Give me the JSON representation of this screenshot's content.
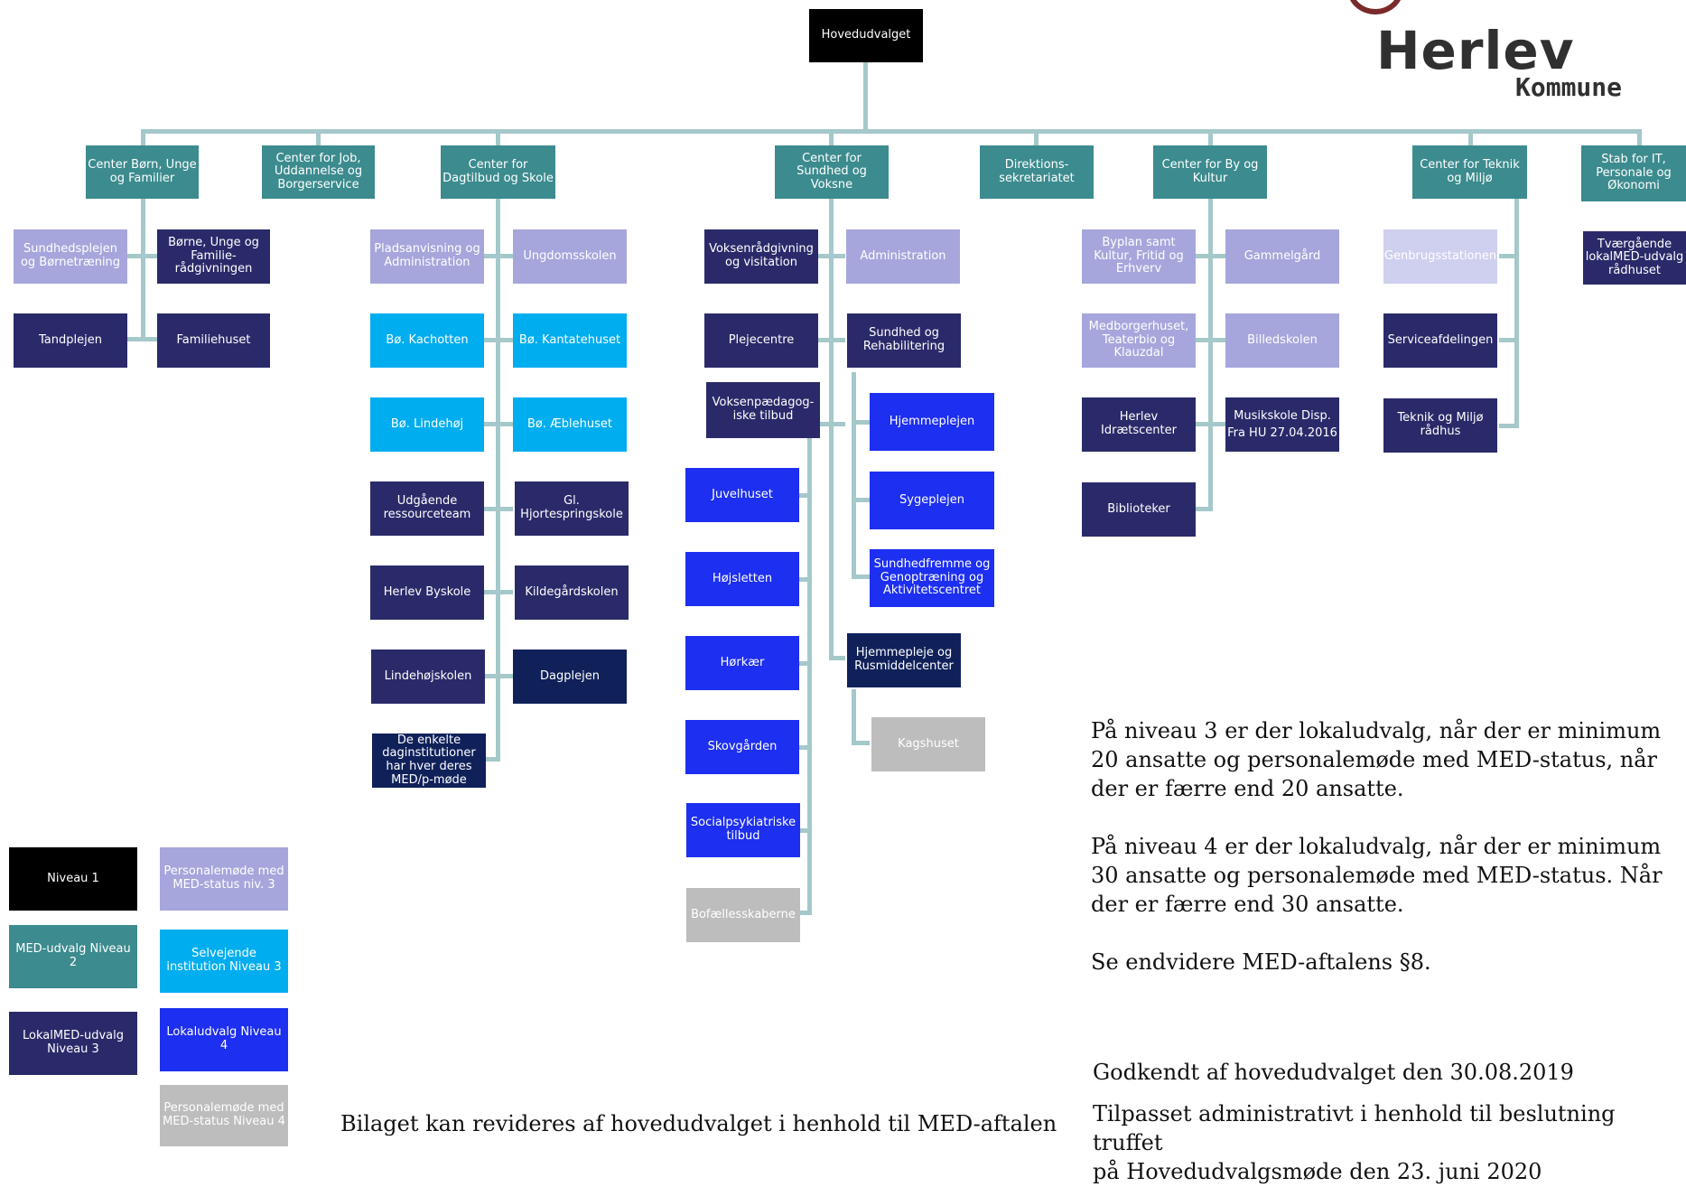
{
  "logo": {
    "name": "Herlev",
    "sub": "Kommune"
  },
  "top": "Hovedudvalget",
  "centers": [
    "Center Børn, Unge og Familier",
    "Center for Job, Uddannelse og Borgerservice",
    "Center for Dagtilbud og Skole",
    "Center for Sundhed og Voksne",
    "Direktions-sekretariatet",
    "Center for By og Kultur",
    "Center for Teknik og Miljø",
    "Stab for IT, Personale og Økonomi"
  ],
  "units": {
    "sundhedsplejen": "Sundhedsplejen og Børnetræning",
    "boerne_raadgivning": "Børne, Unge  og Familie-rådgivningen",
    "tandplejen": "Tandplejen",
    "familiehuset": "Familiehuset",
    "pladsanvisning": "Pladsanvisning og Administration",
    "ungdomsskolen": "Ungdomsskolen",
    "kachotten": "Bø. Kachotten",
    "kantatehuset": "Bø. Kantatehuset",
    "lindehoej": "Bø. Lindehøj",
    "aeblehuset": "Bø. Æblehuset",
    "udgaaende": "Udgående ressourceteam",
    "hjortespring": "Gl. Hjortespringskole",
    "byskole": "Herlev Byskole",
    "kildegaard": "Kildegårdskolen",
    "lindehoejskolen": "Lindehøjskolen",
    "dagplejen": "Dagplejen",
    "daginstitutioner": "De enkelte daginstitutioner har hver deres MED/p-møde",
    "voksenraadgivning": "Voksenrådgivning og visitation",
    "administration": "Administration",
    "plejecentre": "Plejecentre",
    "sundhed_rehab": "Sundhed og Rehabilitering",
    "voksenpaed": "Voksenpædagog-iske tilbud",
    "hjemmeplejen": "Hjemmeplejen",
    "sygeplejen": "Sygeplejen",
    "sundhedfremme": "Sundhedfremme og Genoptræning og Aktivitetscentret",
    "hjemmepleje_rus": "Hjemmepleje og Rusmiddelcenter",
    "kagshuset": "Kagshuset",
    "juvelhuset": "Juvelhuset",
    "hoejsletten": "Højsletten",
    "hoerkaer": "Hørkær",
    "skovgaarden": "Skovgården",
    "socialpsyk": "Socialpsykiatriske tilbud",
    "bofaelles": "Bofællesskaberne",
    "byplan": "Byplan samt Kultur, Fritid og Erhverv",
    "gammelgaard": "Gammelgård",
    "medborgerhuset": "Medborgerhuset, Teaterbio og Klauzdal",
    "billedskolen": "Billedskolen",
    "idraetscenter": "Herlev Idrætscenter",
    "musikskole": "Musikskole Disp. Fra HU 27.04.2016",
    "biblioteker": "Biblioteker",
    "genbrug": "Genbrugsstationen",
    "service": "Serviceafdelingen",
    "teknik_raadhus": "Teknik og Miljø rådhus",
    "tvaergaaende": "Tværgående lokalMED-udvalg rådhuset"
  },
  "legend": [
    "Niveau 1",
    "MED-udvalg Niveau 2",
    "LokalMED-udvalg Niveau 3",
    "Personalemøde med MED-status niv. 3",
    "Selvejende institution Niveau 3",
    "Lokaludvalg Niveau 4",
    "Personalemøde med MED-status Niveau 4"
  ],
  "notes": {
    "niveau3": "På niveau 3 er der lokaludvalg, når der er minimum\n20 ansatte og personalemøde med MED-status, når\nder er færre end 20 ansatte.",
    "niveau4": "På niveau 4 er der lokaludvalg, når der er minimum\n30 ansatte og personalemøde med MED-status. Når\nder er færre end 30 ansatte.",
    "see_also": "Se endvidere MED-aftalens §8.",
    "approved": "Godkendt af hovedudvalget den 30.08.2019",
    "adjusted": "Tilpasset administrativt i henhold til beslutning truffet\npå Hovedudvalgsmøde den 23. juni 2020",
    "revision": "Bilaget kan revideres af hovedudvalget i henhold til MED-aftalen"
  },
  "colors": {
    "niveau1": "#000000",
    "med_udvalg": "#3c8b8e",
    "lokalmed": "#2a2a6a",
    "personalemoede3": "#a6a6dc",
    "selvejende": "#00adef",
    "lokaludvalg4": "#1d2ff0",
    "personalemoede4": "#bdbdbd",
    "connector": "#a5c8ca"
  }
}
